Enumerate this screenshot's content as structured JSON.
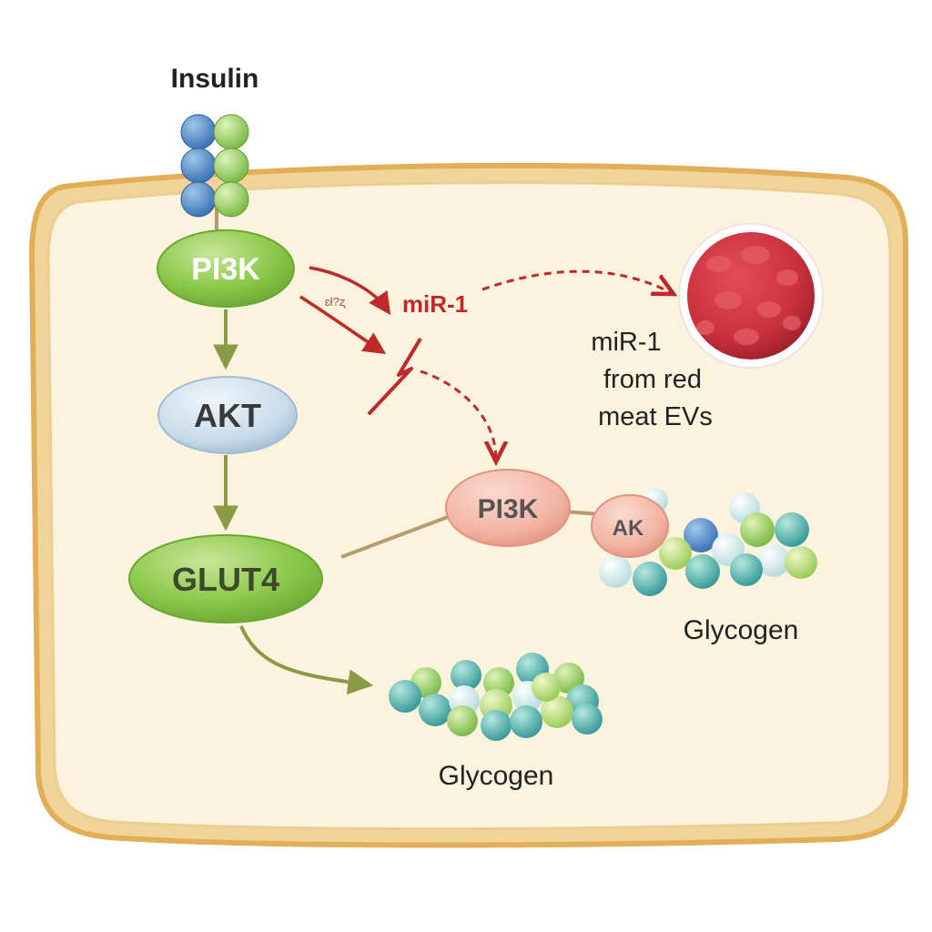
{
  "title": "Insulin",
  "nodes": {
    "pi3k": "PI3K",
    "akt": "AKT",
    "glut4": "GLUT4",
    "pi3k_inhibited": "PI3K",
    "akt_inhibited": "AK"
  },
  "labels": {
    "mir1": "miR-1",
    "scribble": "ɛł?ʐ",
    "source_line1": "miR-1",
    "source_line2": "from red",
    "source_line3": "meat EVs",
    "glycogen_main": "Glycogen",
    "glycogen_side": "Glycogen"
  },
  "colors": {
    "membrane": "#e6b45e",
    "cytoplasm": "#fbf3dd",
    "green_node": "#8cc84b",
    "blue_node": "#c9dcea",
    "pink_node": "#f2b4a3",
    "arrow_green": "#8a9a45",
    "arrow_red": "#c0282a",
    "red_meat": "#c8303d"
  }
}
